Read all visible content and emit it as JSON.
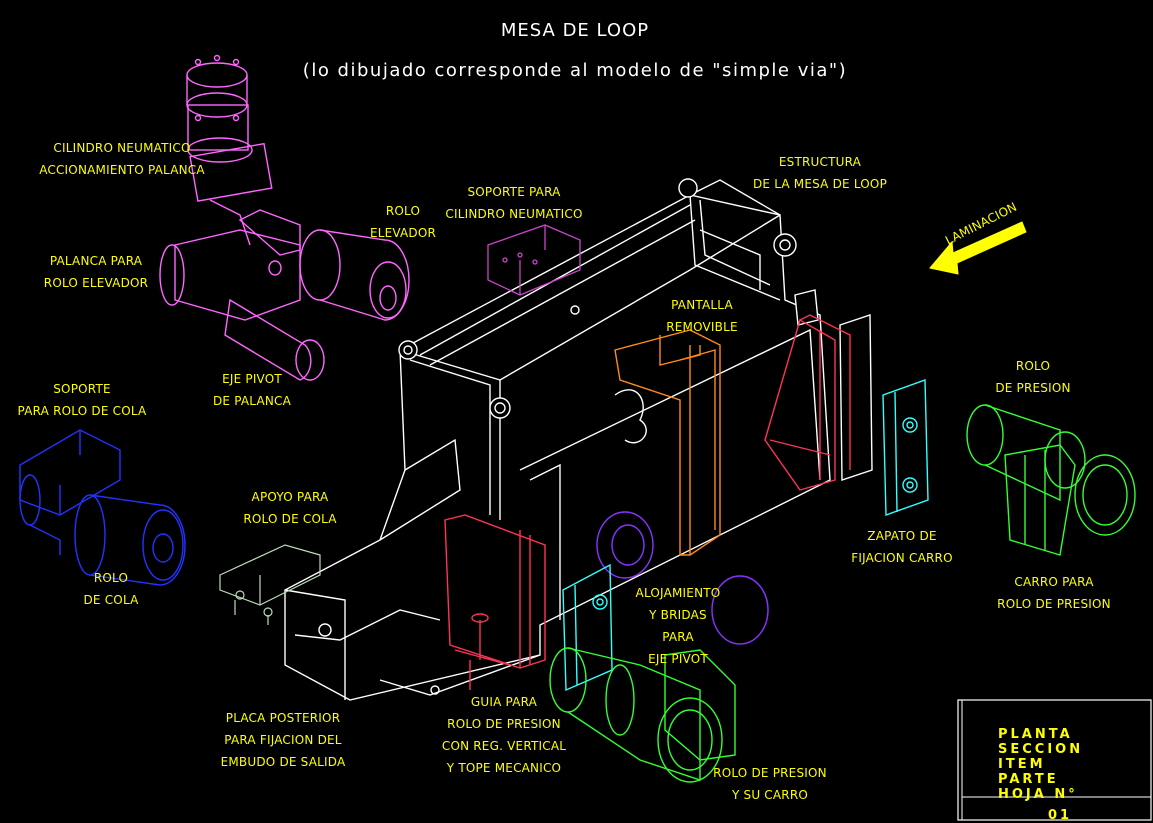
{
  "title": "MESA DE LOOP",
  "subtitle": "(lo dibujado corresponde al modelo de \"simple via\")",
  "arrow_label": "LAMINACION",
  "labels": [
    {
      "id": "cilindro",
      "lines": [
        "CILINDRO NEUMATICO",
        "ACCIONAMIENTO PALANCA"
      ]
    },
    {
      "id": "soporte-cilindro",
      "lines": [
        "SOPORTE PARA",
        "CILINDRO NEUMATICO"
      ]
    },
    {
      "id": "rolo-elevador",
      "lines": [
        "ROLO",
        "ELEVADOR"
      ]
    },
    {
      "id": "estructura",
      "lines": [
        "ESTRUCTURA",
        "DE LA MESA DE LOOP"
      ]
    },
    {
      "id": "palanca",
      "lines": [
        "PALANCA PARA",
        "ROLO ELEVADOR"
      ]
    },
    {
      "id": "pantalla",
      "lines": [
        "PANTALLA",
        "REMOVIBLE"
      ]
    },
    {
      "id": "eje-pivot",
      "lines": [
        "EJE PIVOT",
        "DE PALANCA"
      ]
    },
    {
      "id": "soporte-cola",
      "lines": [
        "SOPORTE",
        "PARA ROLO DE COLA"
      ]
    },
    {
      "id": "rolo-presion",
      "lines": [
        "ROLO",
        "DE PRESION"
      ]
    },
    {
      "id": "apoyo-cola",
      "lines": [
        "APOYO PARA",
        "ROLO DE COLA"
      ]
    },
    {
      "id": "zapato",
      "lines": [
        "ZAPATO DE",
        "FIJACION CARRO"
      ]
    },
    {
      "id": "rolo-cola",
      "lines": [
        "ROLO",
        "DE COLA"
      ]
    },
    {
      "id": "carro",
      "lines": [
        "CARRO PARA",
        "ROLO DE PRESION"
      ]
    },
    {
      "id": "alojamiento",
      "lines": [
        "ALOJAMIENTO",
        "Y BRIDAS",
        "PARA",
        "EJE PIVOT"
      ]
    },
    {
      "id": "placa",
      "lines": [
        "PLACA POSTERIOR",
        "PARA FIJACION DEL",
        "EMBUDO DE SALIDA"
      ]
    },
    {
      "id": "guia",
      "lines": [
        "GUIA PARA",
        "ROLO DE PRESION",
        "CON REG. VERTICAL",
        "Y TOPE MECANICO"
      ]
    },
    {
      "id": "rolo-carro",
      "lines": [
        "ROLO DE PRESION",
        "Y SU CARRO"
      ]
    }
  ],
  "title_block": {
    "lines": [
      "PLANTA",
      "SECCION",
      "ITEM",
      "PARTE",
      "HOJA N°"
    ],
    "number": "01"
  },
  "colors": {
    "background": "#000000",
    "structure": "#ffffff",
    "labels": "#ffff00",
    "cylinder": "#ff66ff",
    "tail_roll": "#2233ff",
    "pressure_roll": "#33ff33",
    "screen": "#ff8c1a",
    "guide": "#ff3355",
    "shoe": "#33ffff",
    "flange": "#8833ff",
    "support": "#cc44cc",
    "tail_support": "#bbddbb"
  }
}
